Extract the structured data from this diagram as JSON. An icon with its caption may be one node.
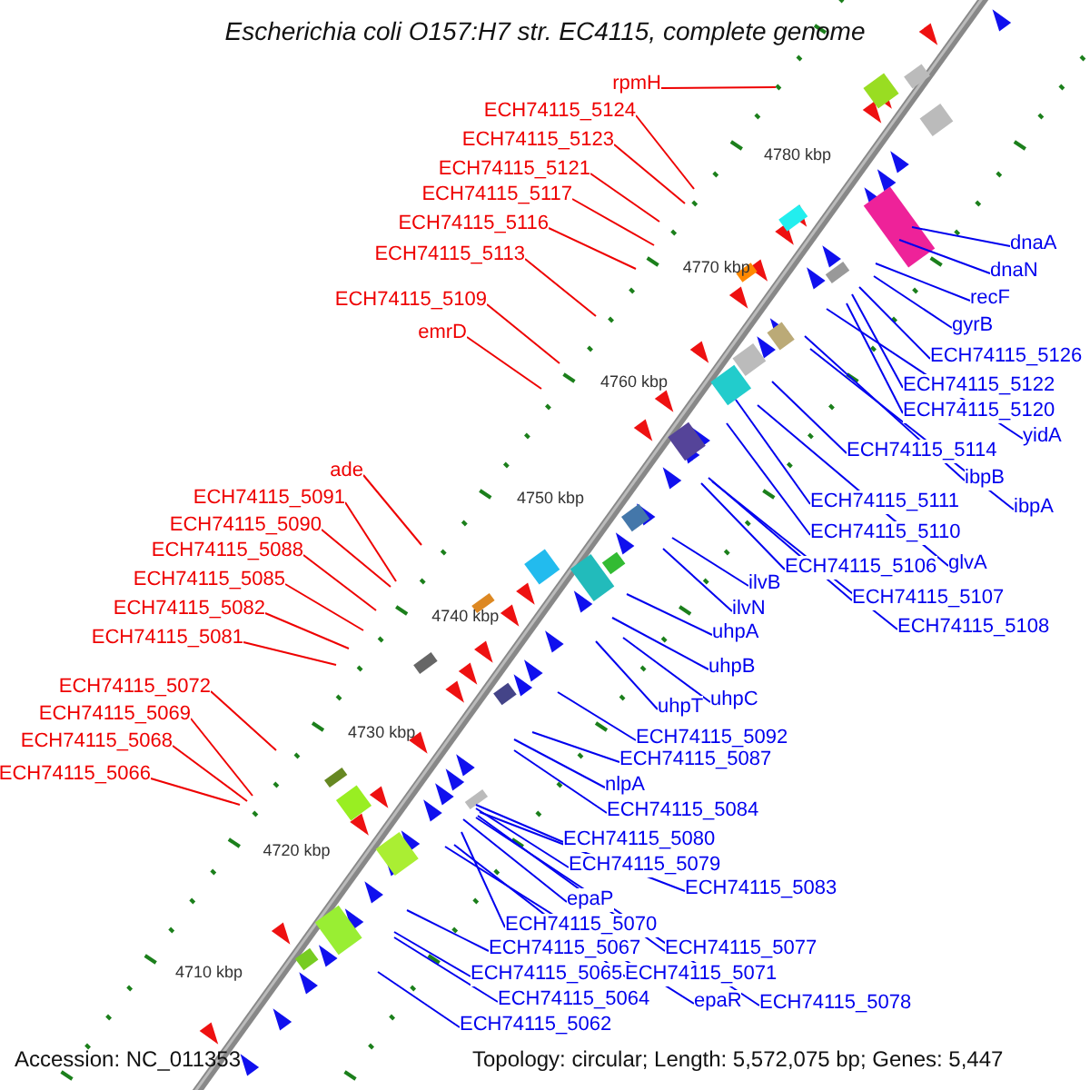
{
  "diagram": {
    "title": "Escherichia coli O157:H7 str. EC4115, complete genome",
    "nodes": [
      {
        "text": [
          "rpmH"
        ]
      },
      {
        "text": [
          "ECH74115_5124"
        ]
      },
      {
        "text": [
          "ECH74115_5123"
        ]
      },
      {
        "text": [
          "ECH74115_5121"
        ]
      },
      {
        "text": [
          "ECH74115_5117"
        ]
      },
      {
        "text": [
          "ECH74115_5116"
        ]
      },
      {
        "text": [
          "ECH74115_5113"
        ]
      },
      {
        "text": [
          "ECH74115_5109"
        ]
      },
      {
        "text": [
          "emrD"
        ]
      },
      {
        "text": [
          "ade"
        ]
      },
      {
        "text": [
          "ECH74115_5091"
        ]
      },
      {
        "text": [
          "ECH74115_5090"
        ]
      },
      {
        "text": [
          "ECH74115_5088"
        ]
      },
      {
        "text": [
          "ECH74115_5085"
        ]
      },
      {
        "text": [
          "ECH74115_5082"
        ]
      },
      {
        "text": [
          "ECH74115_5081"
        ]
      },
      {
        "text": [
          "ECH74115_5072"
        ]
      },
      {
        "text": [
          "ECH74115_5069"
        ]
      },
      {
        "text": [
          "ECH74115_5068"
        ]
      },
      {
        "text": [
          "ECH74115_5066"
        ]
      },
      {
        "text": [
          "dnaA"
        ]
      },
      {
        "text": [
          "dnaN"
        ]
      },
      {
        "text": [
          "recF"
        ]
      },
      {
        "text": [
          "gyrB"
        ]
      },
      {
        "text": [
          "ECH74115_5126"
        ]
      },
      {
        "text": [
          "ECH74115_5122"
        ]
      },
      {
        "text": [
          "ECH74115_5120"
        ]
      },
      {
        "text": [
          "yidA"
        ]
      },
      {
        "text": [
          "ECH74115_5114"
        ]
      },
      {
        "text": [
          "ibpB"
        ]
      },
      {
        "text": [
          "ibpA"
        ]
      },
      {
        "text": [
          "ECH74115_5111"
        ]
      },
      {
        "text": [
          "ECH74115_5110"
        ]
      },
      {
        "text": [
          "glvA"
        ]
      },
      {
        "text": [
          "ECH74115_5106"
        ]
      },
      {
        "text": [
          "ECH74115_5107"
        ]
      },
      {
        "text": [
          "ECH74115_5108"
        ]
      },
      {
        "text": [
          "ilvB"
        ]
      },
      {
        "text": [
          "ilvN"
        ]
      },
      {
        "text": [
          "uhpA"
        ]
      },
      {
        "text": [
          "uhpB"
        ]
      },
      {
        "text": [
          "uhpT"
        ]
      },
      {
        "text": [
          "uhpC"
        ]
      },
      {
        "text": [
          "ECH74115_5092"
        ]
      },
      {
        "text": [
          "ECH74115_5087"
        ]
      },
      {
        "text": [
          "nlpA"
        ]
      },
      {
        "text": [
          "ECH74115_5084"
        ]
      },
      {
        "text": [
          "ECH74115_5080"
        ]
      },
      {
        "text": [
          "ECH74115_5079"
        ]
      },
      {
        "text": [
          "ECH74115_5083"
        ]
      },
      {
        "text": [
          "epaP"
        ]
      },
      {
        "text": [
          "ECH74115_5070"
        ]
      },
      {
        "text": [
          "ECH74115_5067"
        ]
      },
      {
        "text": [
          "ECH74115_5077"
        ]
      },
      {
        "text": [
          "ECH74115_5065"
        ]
      },
      {
        "text": [
          "ECH74115_5071"
        ]
      },
      {
        "text": [
          "ECH74115_5064"
        ]
      },
      {
        "text": [
          "epaR"
        ]
      },
      {
        "text": [
          "ECH74115_5078"
        ]
      },
      {
        "text": [
          "ECH74115_5062"
        ]
      }
    ],
    "edges": [
      {
        "from": 0,
        "to": null,
        "arrow": "none",
        "color": "#ee0000"
      },
      {
        "from": 1,
        "to": null,
        "arrow": "none",
        "color": "#ee0000"
      },
      {
        "from": 2,
        "to": null,
        "arrow": "none",
        "color": "#ee0000"
      },
      {
        "from": 3,
        "to": null,
        "arrow": "none",
        "color": "#ee0000"
      },
      {
        "from": 4,
        "to": null,
        "arrow": "none",
        "color": "#ee0000"
      },
      {
        "from": 5,
        "to": null,
        "arrow": "none",
        "color": "#ee0000"
      },
      {
        "from": 6,
        "to": null,
        "arrow": "none",
        "color": "#ee0000"
      },
      {
        "from": 7,
        "to": null,
        "arrow": "none",
        "color": "#ee0000"
      },
      {
        "from": 8,
        "to": null,
        "arrow": "none",
        "color": "#ee0000"
      },
      {
        "from": 9,
        "to": null,
        "arrow": "none",
        "color": "#ee0000"
      },
      {
        "from": 10,
        "to": null,
        "arrow": "none",
        "color": "#ee0000"
      },
      {
        "from": 11,
        "to": null,
        "arrow": "none",
        "color": "#ee0000"
      },
      {
        "from": 12,
        "to": null,
        "arrow": "none",
        "color": "#ee0000"
      },
      {
        "from": 13,
        "to": null,
        "arrow": "none",
        "color": "#ee0000"
      },
      {
        "from": 14,
        "to": null,
        "arrow": "none",
        "color": "#ee0000"
      },
      {
        "from": 15,
        "to": null,
        "arrow": "none",
        "color": "#ee0000"
      },
      {
        "from": 16,
        "to": null,
        "arrow": "none",
        "color": "#ee0000"
      },
      {
        "from": 17,
        "to": null,
        "arrow": "none",
        "color": "#ee0000"
      },
      {
        "from": 18,
        "to": null,
        "arrow": "none",
        "color": "#ee0000"
      },
      {
        "from": 19,
        "to": null,
        "arrow": "none",
        "color": "#ee0000"
      },
      {
        "from": 20,
        "to": null,
        "arrow": "none"
      },
      {
        "from": 21,
        "to": null,
        "arrow": "none"
      },
      {
        "from": 22,
        "to": null,
        "arrow": "none"
      },
      {
        "from": 23,
        "to": null,
        "arrow": "none"
      },
      {
        "from": 24,
        "to": null,
        "arrow": "none"
      },
      {
        "from": 25,
        "to": null,
        "arrow": "none"
      },
      {
        "from": 26,
        "to": null,
        "arrow": "none"
      },
      {
        "from": 27,
        "to": null,
        "arrow": "none"
      },
      {
        "from": 28,
        "to": null,
        "arrow": "none"
      },
      {
        "from": 29,
        "to": null,
        "arrow": "none"
      },
      {
        "from": 30,
        "to": null,
        "arrow": "none"
      },
      {
        "from": 31,
        "to": null,
        "arrow": "none"
      },
      {
        "from": 32,
        "to": null,
        "arrow": "none"
      },
      {
        "from": 33,
        "to": null,
        "arrow": "none"
      },
      {
        "from": 34,
        "to": null,
        "arrow": "none"
      },
      {
        "from": 35,
        "to": null,
        "arrow": "none"
      },
      {
        "from": 36,
        "to": null,
        "arrow": "none"
      },
      {
        "from": 37,
        "to": null,
        "arrow": "none"
      },
      {
        "from": 38,
        "to": null,
        "arrow": "none"
      },
      {
        "from": 39,
        "to": null,
        "arrow": "none"
      },
      {
        "from": 40,
        "to": null,
        "arrow": "none"
      },
      {
        "from": 41,
        "to": null,
        "arrow": "none"
      },
      {
        "from": 42,
        "to": null,
        "arrow": "none"
      },
      {
        "from": 43,
        "to": null,
        "arrow": "none"
      },
      {
        "from": 44,
        "to": null,
        "arrow": "none"
      },
      {
        "from": 45,
        "to": null,
        "arrow": "none"
      },
      {
        "from": 46,
        "to": null,
        "arrow": "none"
      },
      {
        "from": 47,
        "to": null,
        "arrow": "none"
      },
      {
        "from": 48,
        "to": null,
        "arrow": "none"
      },
      {
        "from": 49,
        "to": null,
        "arrow": "none"
      },
      {
        "from": 50,
        "to": null,
        "arrow": "none"
      },
      {
        "from": 51,
        "to": null,
        "arrow": "none"
      },
      {
        "from": 52,
        "to": null,
        "arrow": "none"
      },
      {
        "from": 53,
        "to": null,
        "arrow": "none"
      },
      {
        "from": 54,
        "to": null,
        "arrow": "none"
      },
      {
        "from": 55,
        "to": null,
        "arrow": "none"
      },
      {
        "from": 56,
        "to": null,
        "arrow": "none"
      },
      {
        "from": 57,
        "to": null,
        "arrow": "none"
      },
      {
        "from": 58,
        "to": null,
        "arrow": "none"
      },
      {
        "from": 59,
        "to": null,
        "arrow": "none"
      }
    ],
    "labels": [
      "4780 kbp",
      "4770 kbp",
      "4760 kbp",
      "4750 kbp",
      "4740 kbp",
      "4730 kbp",
      "4720 kbp",
      "4710 kbp",
      "Accession: NC_011353",
      "Topology: circular; Length: 5,572,075 bp; Genes: 5,447"
    ]
  }
}
